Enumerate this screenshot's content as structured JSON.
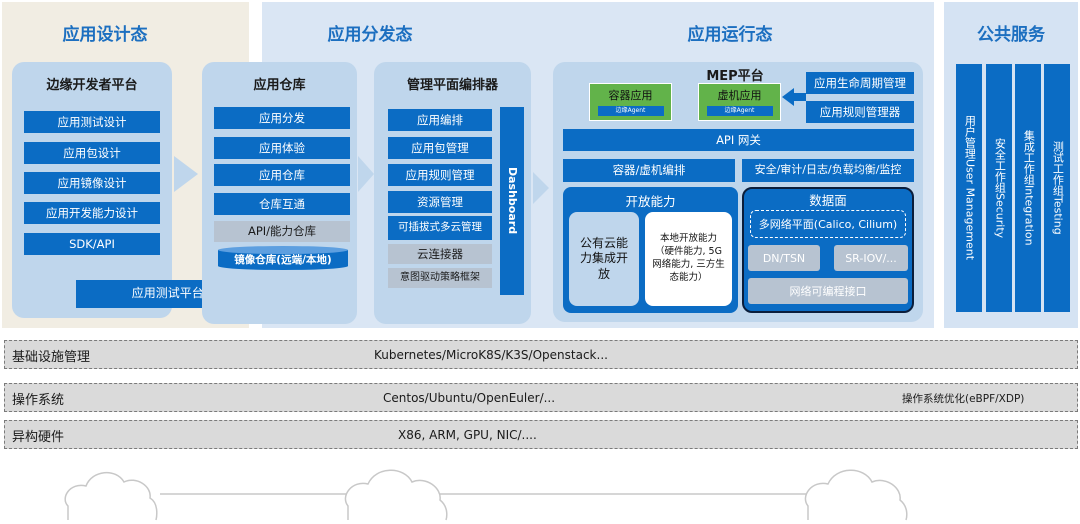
{
  "columns": {
    "design": {
      "title": "应用设计态",
      "platform": "边缘开发者平台",
      "items": [
        "应用测试设计",
        "应用包设计",
        "应用镜像设计",
        "应用开发能力设计",
        "SDK/API"
      ],
      "bottom": "应用测试平台（ATP)"
    },
    "distribution": {
      "title": "应用分发态",
      "repo": {
        "title": "应用仓库",
        "items": [
          "应用分发",
          "应用体验",
          "应用仓库",
          "仓库互通"
        ],
        "api": "API/能力仓库",
        "mirror": "镜像仓库(远端/本地)"
      },
      "orchestrator": {
        "title": "管理平面编排器",
        "items": [
          "应用编排",
          "应用包管理",
          "应用规则管理",
          "资源管理",
          "可插拔式多云管理"
        ],
        "gray_items": [
          "云连接器",
          "意图驱动策略框架"
        ],
        "dashboard": "Dashboard"
      }
    },
    "runtime": {
      "title": "应用运行态",
      "mep_title": "MEP平台",
      "container_app": "容器应用",
      "vm_app": "虚机应用",
      "agent": "边缘Agent",
      "lifecycle": "应用生命周期管理",
      "rules": "应用规则管理器",
      "api_gw": "API 网关",
      "orchestration": "容器/虚机编排",
      "security": "安全/审计/日志/负载均衡/监控",
      "open_title": "开放能力",
      "public_cloud": "公有云能力集成开放",
      "local_cap": "本地开放能力（硬件能力, 5G网络能力, 三方生态能力）",
      "data_title": "数据面",
      "multi_net": "多网络平面(Calico, Cilium)",
      "dn": "DN/TSN",
      "sriov": "SR-IOV/...",
      "net_prog": "网络可编程接口"
    },
    "public": {
      "title": "公共服务",
      "groups": [
        "用户管理User Management",
        "安全工作组Security",
        "集成工作组Integration",
        "测试工作组Testing"
      ]
    }
  },
  "bands": [
    {
      "label": "基础设施管理",
      "text": "Kubernetes/MicroK8S/K3S/Openstack...",
      "right": ""
    },
    {
      "label": "操作系统",
      "text": "Centos/Ubuntu/OpenEuler/...",
      "right": "操作系统优化(eBPF/XDP)"
    },
    {
      "label": "异构硬件",
      "text": "X86, ARM, GPU, NIC/....",
      "right": ""
    }
  ],
  "colors": {
    "primary": "#0b6cc4",
    "design_bg": "#f1ede3",
    "dist_bg": "#dae6f4",
    "panel_bg": "#bfd6ec",
    "runtime_bg": "#dae6f4",
    "public_bg": "#d5e3f3",
    "title_blue": "#1c6fc0"
  }
}
